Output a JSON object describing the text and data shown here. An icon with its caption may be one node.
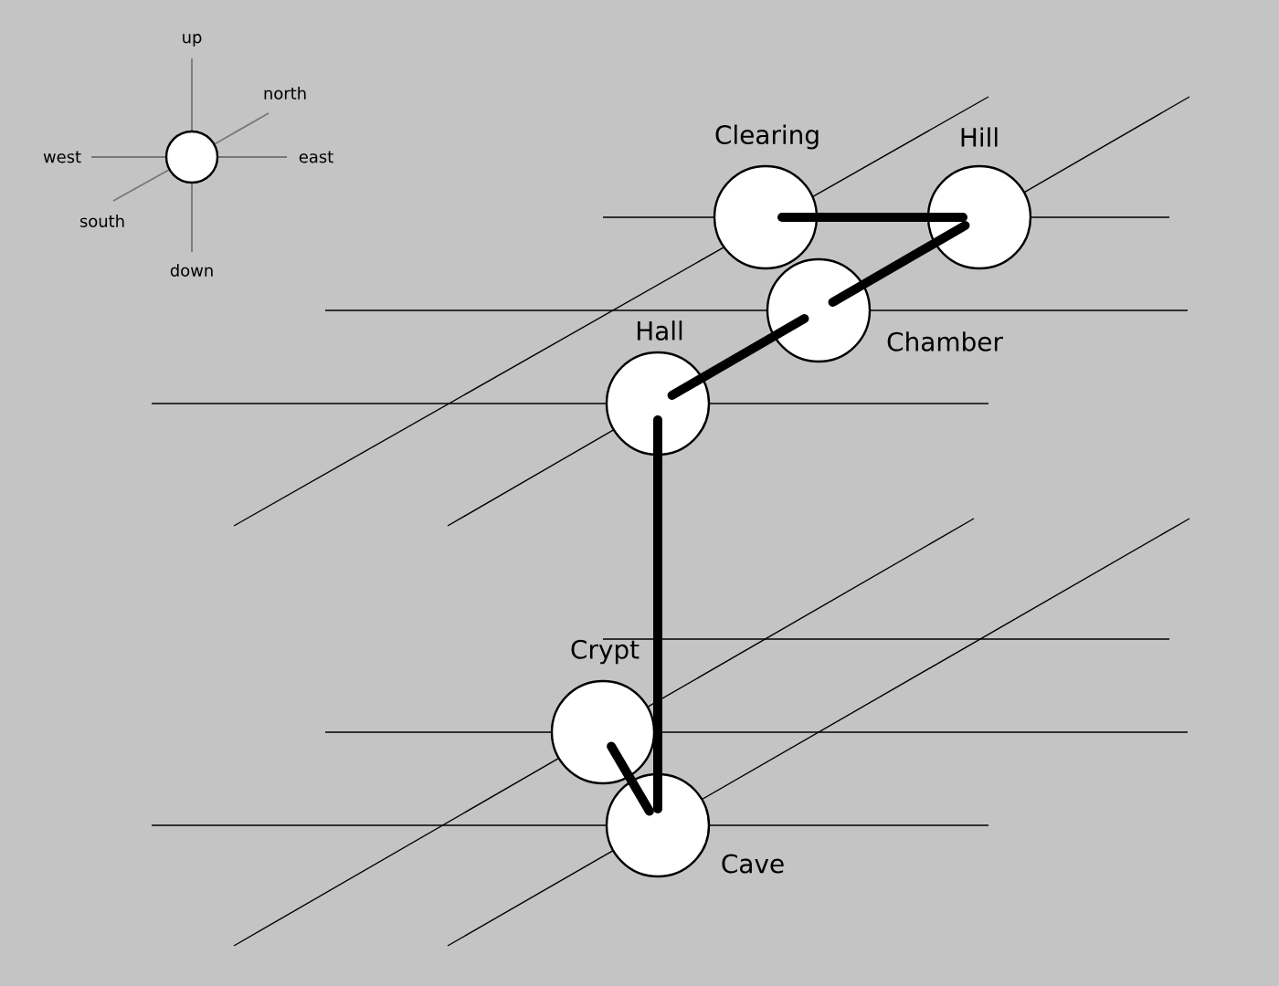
{
  "diagram": {
    "nodes": [
      {
        "text": [],
        "shape": "circle"
      },
      {
        "text": [
          "Clearing"
        ]
      },
      {
        "text": [
          "Hill"
        ]
      },
      {
        "text": [
          "Chamber"
        ]
      },
      {
        "text": [
          "Hall"
        ]
      },
      {
        "text": [
          "Crypt"
        ]
      },
      {
        "text": [
          "Cave"
        ]
      }
    ],
    "edges": [
      {
        "from": 1,
        "to": 2,
        "arrow": "none"
      },
      {
        "from": 2,
        "to": 3,
        "arrow": "none"
      },
      {
        "from": 3,
        "to": 4,
        "arrow": "none"
      },
      {
        "from": 4,
        "to": 6,
        "arrow": "none"
      },
      {
        "from": 5,
        "to": 6,
        "arrow": "none"
      }
    ],
    "labels": [
      "up",
      "north",
      "west",
      "east",
      "south",
      "down"
    ]
  }
}
